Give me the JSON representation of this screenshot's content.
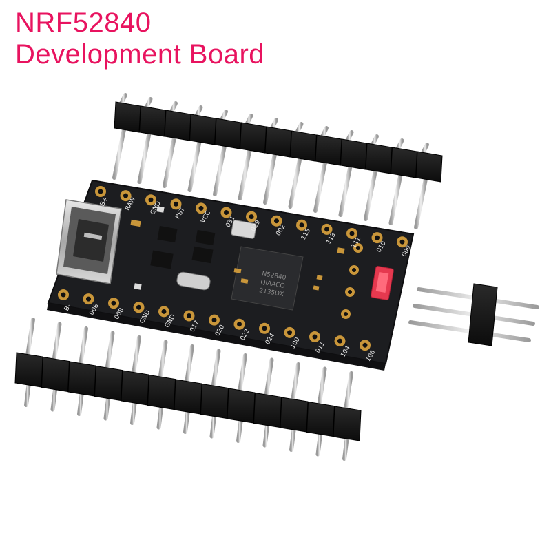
{
  "title": {
    "line1": "NRF52840",
    "line2": "Development Board"
  },
  "board": {
    "chip_marking": [
      "N52840",
      "QIAACO",
      "2135DX"
    ],
    "top_pin_labels": [
      "B+",
      "RAW",
      "GND",
      "RST",
      "VCC",
      "031",
      "029",
      "002",
      "115",
      "113",
      "111",
      "010",
      "009"
    ],
    "bottom_pin_labels": [
      "B-",
      "006",
      "008",
      "GND",
      "GND",
      "017",
      "020",
      "022",
      "024",
      "100",
      "011",
      "104",
      "106"
    ],
    "colors": {
      "title": "#e8135f",
      "pcb": "#1c1d20",
      "pad": "#c9963a",
      "header_plastic": "#151515",
      "pin_metal": "#c8c8c8",
      "button": "#e5394f"
    }
  }
}
